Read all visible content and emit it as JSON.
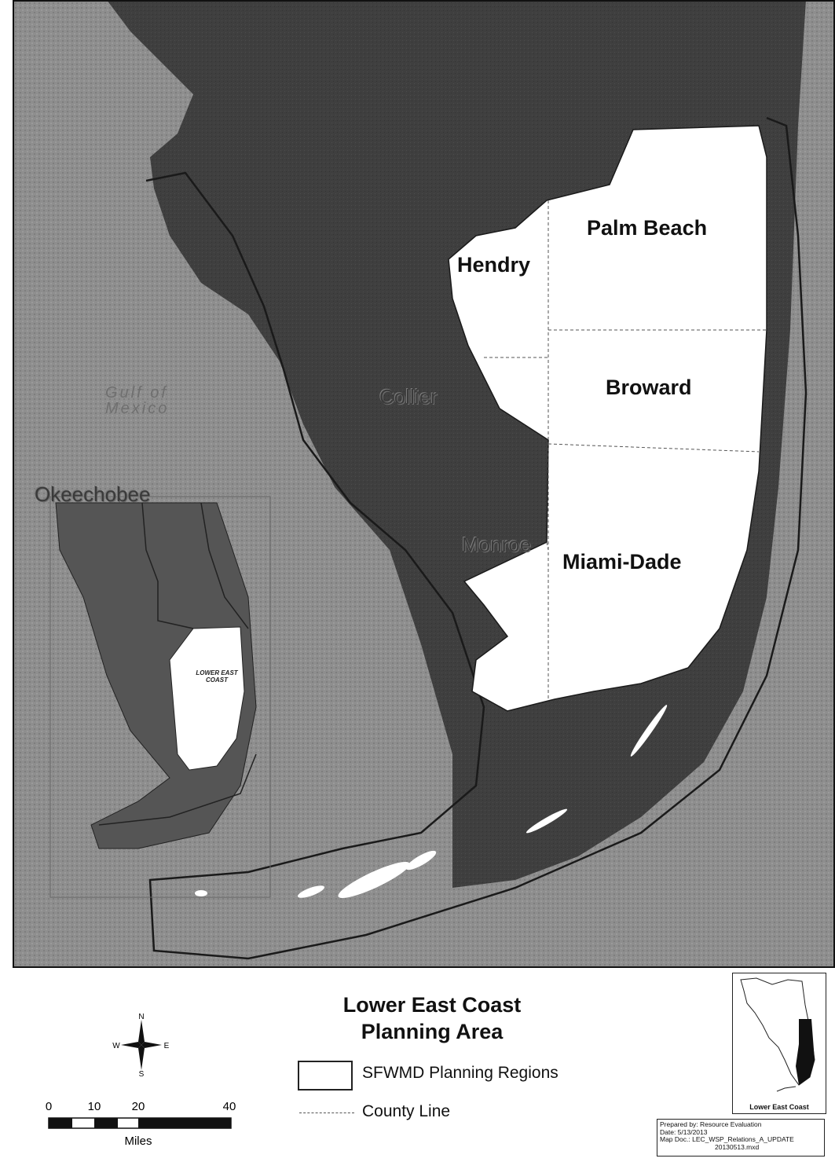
{
  "map": {
    "counties": [
      {
        "name": "Palm Beach"
      },
      {
        "name": "Hendry"
      },
      {
        "name": "Broward"
      },
      {
        "name": "Miami-Dade"
      }
    ],
    "outer_counties": [
      {
        "name": "Collier"
      },
      {
        "name": "Monroe"
      },
      {
        "name": "Okeechobee"
      }
    ],
    "water_label_lines": [
      "Gulf of",
      "Mexico"
    ],
    "inset_region_label_lines": [
      "LOWER EAST",
      "COAST"
    ],
    "colors": {
      "land": "#404040",
      "planning_area": "#ffffff",
      "water": "#8e8e8e",
      "border": "#1a1a1a"
    }
  },
  "legend": {
    "title_lines": [
      "Lower East Coast",
      "Planning Area"
    ],
    "items": [
      {
        "symbol": "box",
        "label": "SFWMD Planning Regions"
      },
      {
        "symbol": "dashed-line",
        "label": "County Line"
      }
    ]
  },
  "compass": {
    "n": "N",
    "s": "S",
    "e": "E",
    "w": "W"
  },
  "scale": {
    "ticks": [
      "0",
      "10",
      "20",
      "40"
    ],
    "unit": "Miles"
  },
  "locator": {
    "label": "Lower East Coast"
  },
  "prepared_block": {
    "lines": [
      "Prepared by: Resource Evaluation",
      "Date: 5/13/2013",
      "Map Doc.: LEC_WSP_Relations_A_UPDATE",
      "20130513.mxd"
    ]
  }
}
